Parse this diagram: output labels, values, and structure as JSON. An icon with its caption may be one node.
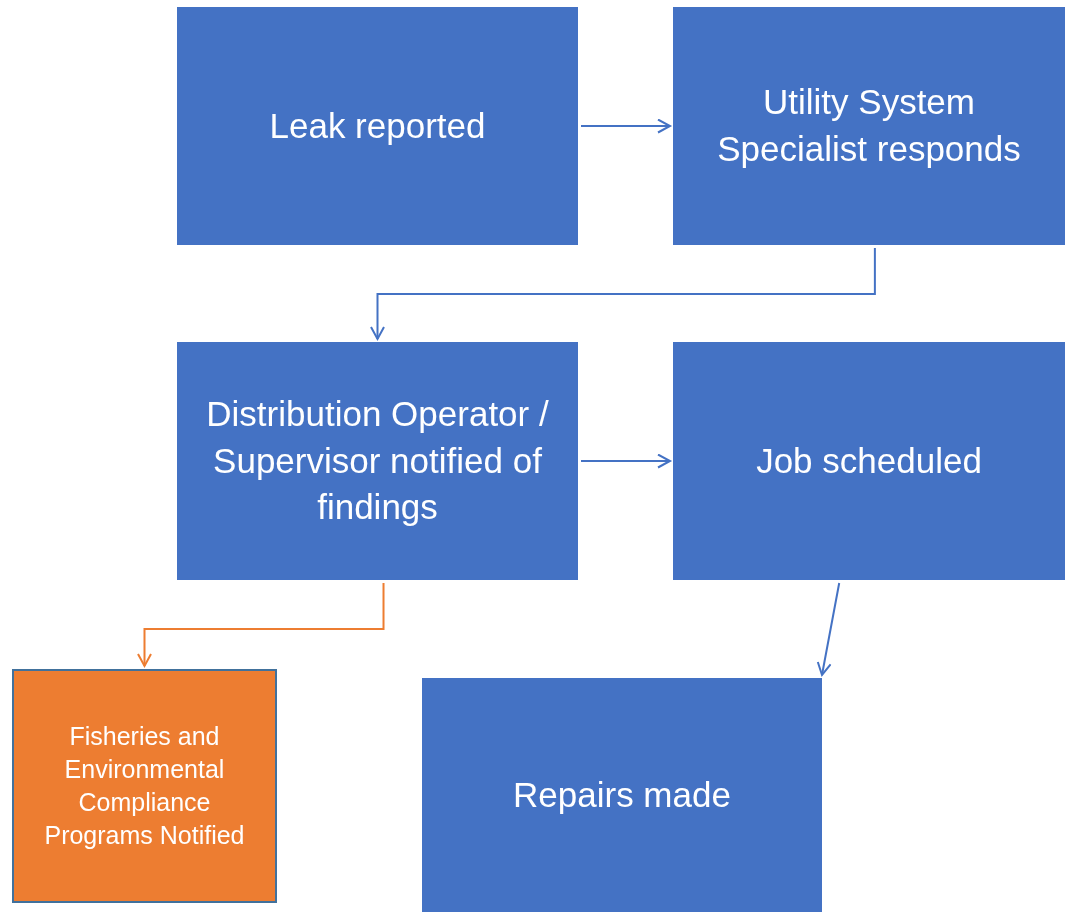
{
  "diagram": {
    "nodes": [
      {
        "text": [
          "Leak reported"
        ]
      },
      {
        "text": [
          "Utility System Specialist responds"
        ]
      },
      {
        "text": [
          "Distribution Operator / Supervisor notified of findings"
        ]
      },
      {
        "text": [
          "Job scheduled"
        ]
      },
      {
        "text": [
          "Fisheries and Environmental Compliance Programs Notified"
        ]
      },
      {
        "text": [
          "Repairs made"
        ]
      }
    ],
    "edges": [
      {
        "from": 0,
        "to": 1,
        "arrow": "to"
      },
      {
        "from": 1,
        "to": 2,
        "arrow": "to"
      },
      {
        "from": 2,
        "to": 3,
        "arrow": "to"
      },
      {
        "from": 2,
        "to": 4,
        "arrow": "to",
        "color": "#ed7d31"
      },
      {
        "from": 3,
        "to": 5,
        "arrow": "to"
      }
    ]
  }
}
